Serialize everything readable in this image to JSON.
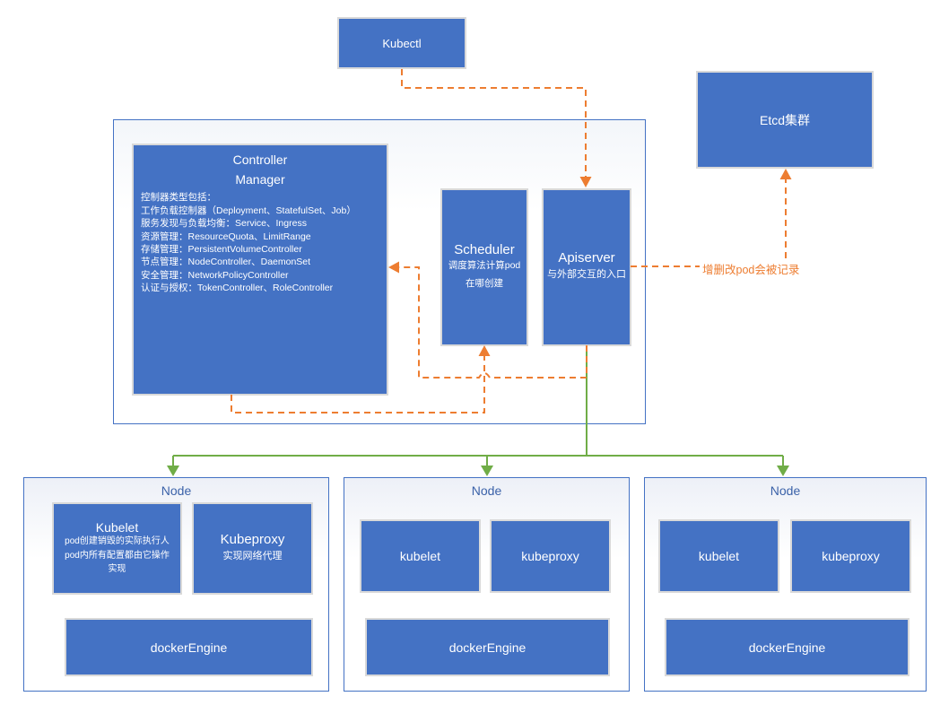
{
  "colors": {
    "box_blue": "#4472C4",
    "box_border": "#D9D9D9",
    "container_border": "#4472C4",
    "node_title": "#3B62A9",
    "orange": "#ED7D31",
    "green": "#70AD47"
  },
  "kubectl": {
    "label": "Kubectl"
  },
  "etcd": {
    "label": "Etcd集群"
  },
  "etcd_note": "增删改pod会被记录",
  "controller_manager": {
    "title_line1": "Controller",
    "title_line2": "Manager",
    "details": [
      "控制器类型包括：",
      "工作负载控制器（Deployment、StatefulSet、Job）",
      "服务发现与负载均衡：Service、Ingress",
      "资源管理：ResourceQuota、LimitRange",
      "存储管理：PersistentVolumeController",
      "节点管理：NodeController、DaemonSet",
      "安全管理：NetworkPolicyController",
      "认证与授权：TokenController、RoleController"
    ]
  },
  "scheduler": {
    "title": "Scheduler",
    "line1": "调度算法计算pod",
    "line2": "在哪创建"
  },
  "apiserver": {
    "title": "Apiserver",
    "subtitle": "与外部交互的入口"
  },
  "nodes": [
    {
      "title": "Node",
      "kubelet": {
        "title": "Kubelet",
        "line1": "pod创建销毁的实际执行人",
        "line2": "pod内所有配置都由它操作",
        "line3": "实现"
      },
      "kubeproxy": {
        "title": "Kubeproxy",
        "line1": "实现网络代理"
      },
      "docker": "dockerEngine"
    },
    {
      "title": "Node",
      "kubelet": {
        "title": "kubelet"
      },
      "kubeproxy": {
        "title": "kubeproxy"
      },
      "docker": "dockerEngine"
    },
    {
      "title": "Node",
      "kubelet": {
        "title": "kubelet"
      },
      "kubeproxy": {
        "title": "kubeproxy"
      },
      "docker": "dockerEngine"
    }
  ]
}
